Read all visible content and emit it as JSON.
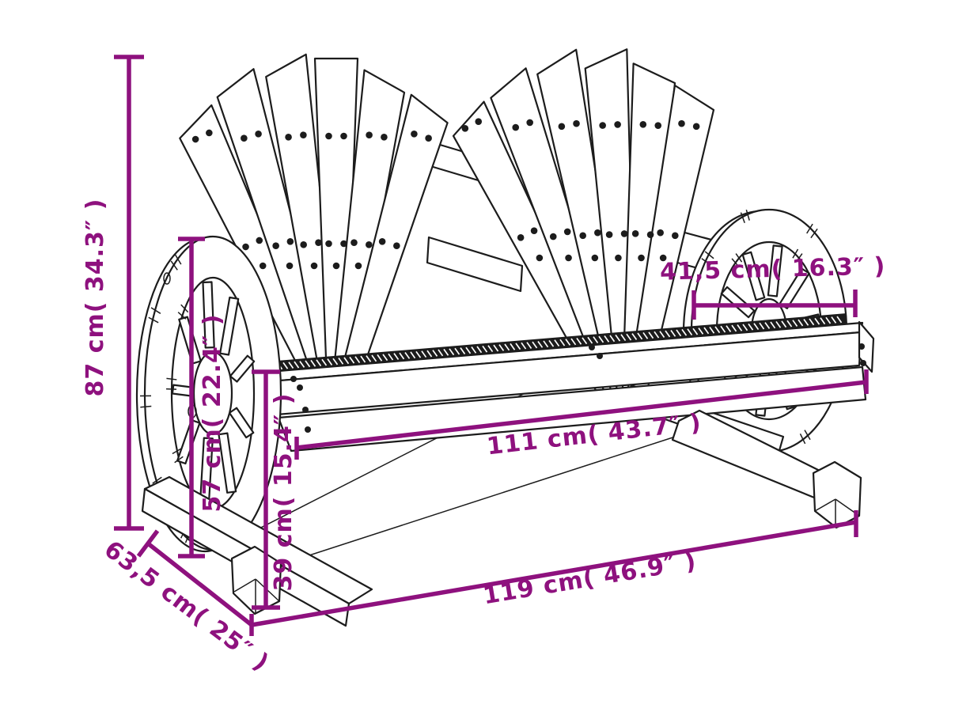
{
  "colors": {
    "dimension": "#8e117e",
    "ink": "#1c1c1c",
    "background": "#ffffff"
  },
  "dimensions": {
    "overall_height": {
      "label": "87 cm( 34.3″ )"
    },
    "wheel_diameter": {
      "label": "57 cm( 22.4″ )"
    },
    "seat_height": {
      "label": "39 cm( 15.4″ )"
    },
    "depth": {
      "label": "63,5 cm( 25″ )"
    },
    "seat_width": {
      "label": "111 cm( 43.7″ )"
    },
    "overall_width": {
      "label": "119 cm( 46.9″ )"
    },
    "armrest_span": {
      "label": "41,5 cm( 16.3″ )"
    }
  }
}
